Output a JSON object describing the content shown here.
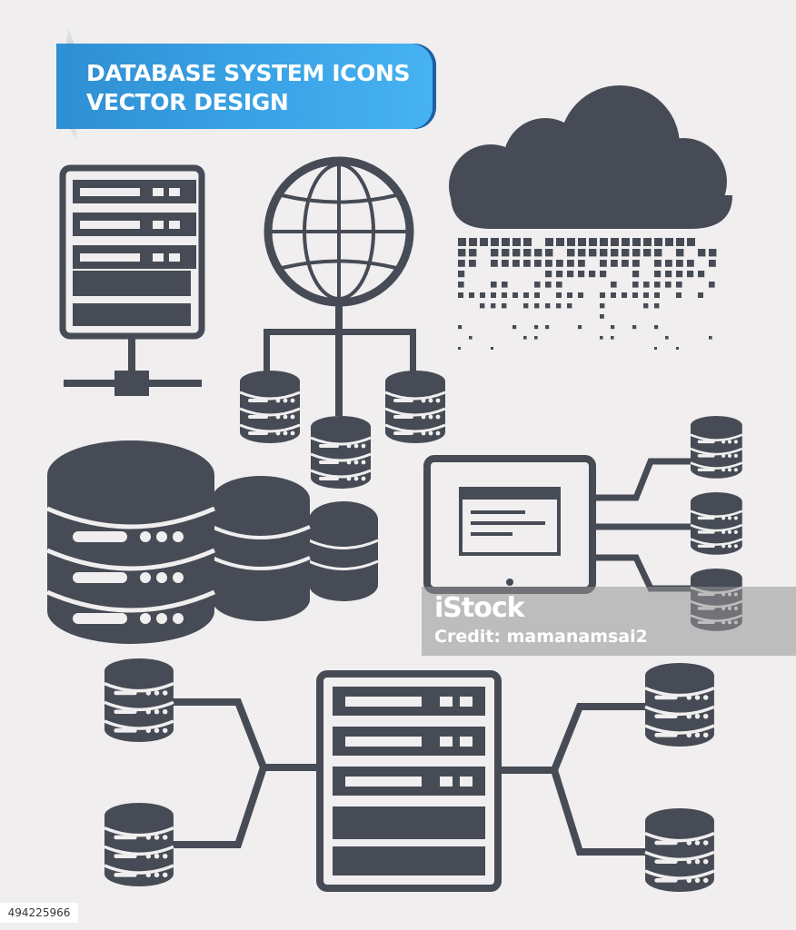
{
  "header": {
    "line1": "DATABASE SYSTEM ICONS",
    "line2": "VECTOR DESIGN"
  },
  "watermark": {
    "logo": "iStock",
    "credit": "Credit: mamanamsai2"
  },
  "footer": {
    "stock_id": "494225966"
  },
  "colors": {
    "icon": "#464b55",
    "background": "#f0eeee",
    "banner": "#3aa3e6"
  },
  "icons": [
    "server-rack-icon",
    "globe-network-icon",
    "cloud-data-icon",
    "database-stack-icon",
    "monitor-database-icon",
    "server-database-network-icon"
  ]
}
